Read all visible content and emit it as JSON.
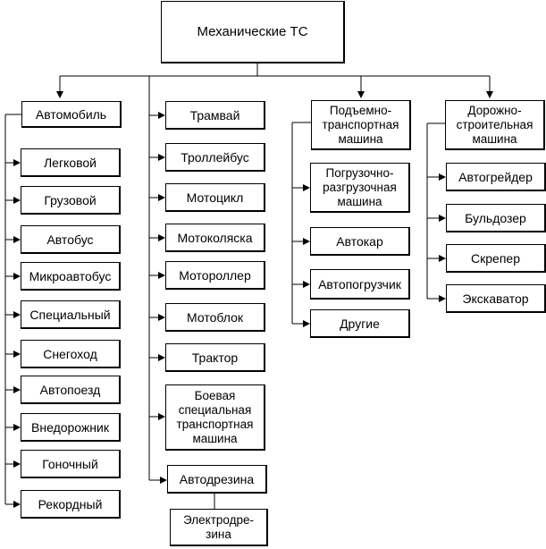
{
  "root": "Механические ТС",
  "columns": [
    {
      "head": "Автомобиль",
      "items": [
        "Легковой",
        "Грузовой",
        "Автобус",
        "Микроавтобус",
        "Специальный",
        "Снегоход",
        "Автопоезд",
        "Внедорожник",
        "Гоночный",
        "Рекордный"
      ]
    },
    {
      "items": [
        "Трамвай",
        "Троллейбус",
        "Мотоцикл",
        "Мотоколяска",
        "Мотороллер",
        "Мотоблок",
        "Трактор",
        "Боевая специальная транспортная машина",
        "Автодрезина"
      ],
      "extra": "Электродре-зина"
    },
    {
      "head": "Подъемно-транспортная машина",
      "items": [
        "Погрузочно-разгрузочная машина",
        "Автокар",
        "Автопогрузчик",
        "Другие"
      ]
    },
    {
      "head": "Дорожно-строительная машина",
      "items": [
        "Автогрейдер",
        "Бульдозер",
        "Скрепер",
        "Экскаватор"
      ]
    }
  ]
}
